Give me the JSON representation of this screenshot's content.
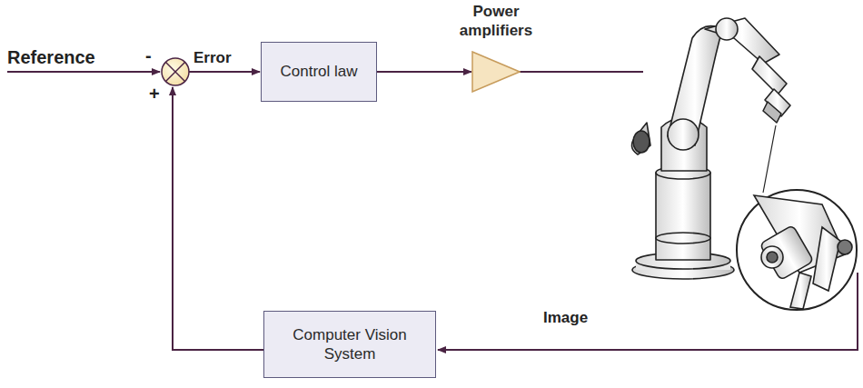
{
  "diagram": {
    "nodes": [
      {
        "text": [
          "Control law"
        ]
      },
      {
        "text": [
          "Power amplifiers"
        ]
      },
      {
        "text": [
          "Computer Vision System"
        ]
      }
    ],
    "edges": [
      {
        "from": 0,
        "to": 1,
        "arrow": "to"
      }
    ],
    "labels": [
      "Reference",
      "-",
      "+",
      "Error",
      "Image"
    ]
  }
}
